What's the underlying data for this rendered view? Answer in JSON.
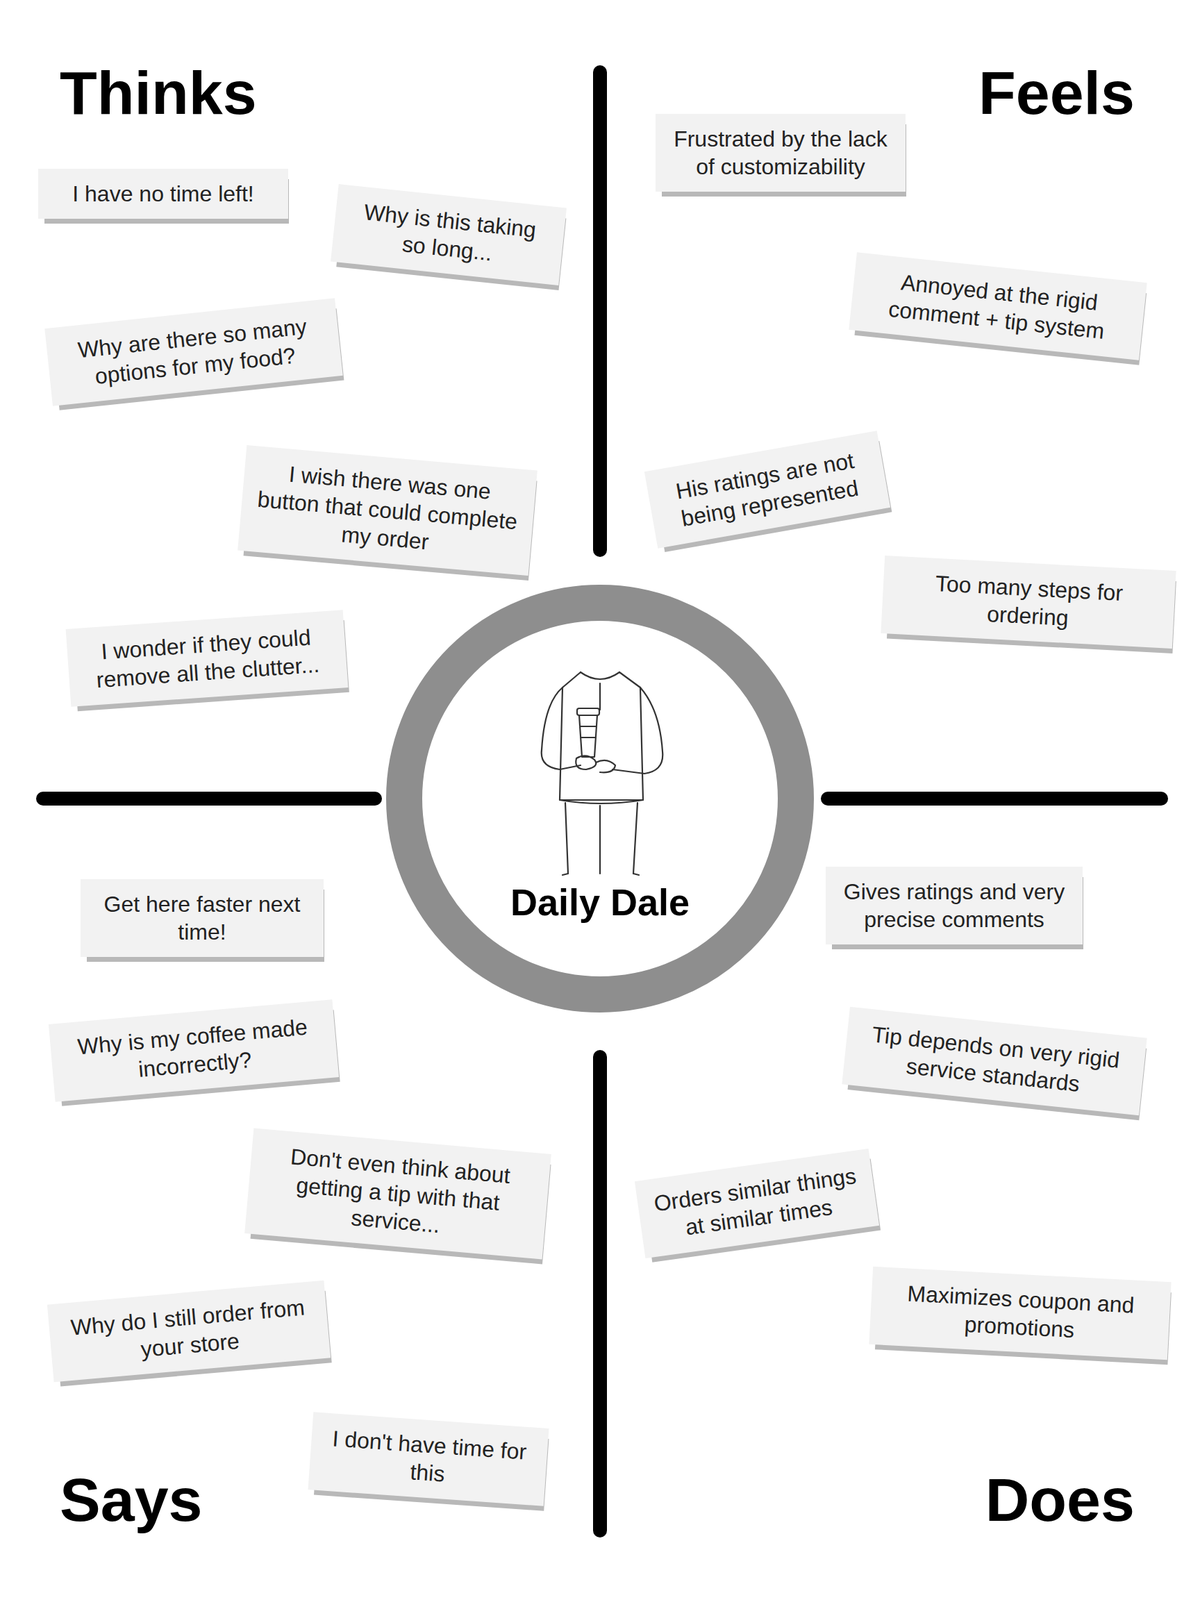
{
  "diagram": {
    "nodes": [
      {
        "text": [
          "I have no time left!"
        ]
      },
      {
        "text": [
          "Why is this taking so long..."
        ]
      },
      {
        "text": [
          "Why are there so many options for my food?"
        ]
      },
      {
        "text": [
          "I wish there was one button that could complete my order"
        ]
      },
      {
        "text": [
          "I wonder if they could remove all the clutter..."
        ]
      },
      {
        "text": [
          "Frustrated by the lack of customizability"
        ]
      },
      {
        "text": [
          "Annoyed at the rigid comment + tip system"
        ]
      },
      {
        "text": [
          "His ratings are not being represented"
        ]
      },
      {
        "text": [
          "Too many steps for ordering"
        ]
      },
      {
        "text": [
          "Daily Dale"
        ]
      },
      {
        "text": [
          "Get here faster next time!"
        ]
      },
      {
        "text": [
          "Why is my coffee made incorrectly?"
        ]
      },
      {
        "text": [
          "Don't even think about getting a tip with that service..."
        ]
      },
      {
        "text": [
          "Why do I still order from your store"
        ]
      },
      {
        "text": [
          "I don't have time for this"
        ]
      },
      {
        "text": [
          "Gives ratings and very precise comments"
        ]
      },
      {
        "text": [
          "Tip depends on very rigid service standards"
        ]
      },
      {
        "text": [
          "Orders similar things at similar times"
        ]
      },
      {
        "text": [
          "Maximizes coupon and promotions"
        ]
      }
    ],
    "labels": [
      "Thinks",
      "Feels",
      "Says",
      "Does"
    ]
  }
}
